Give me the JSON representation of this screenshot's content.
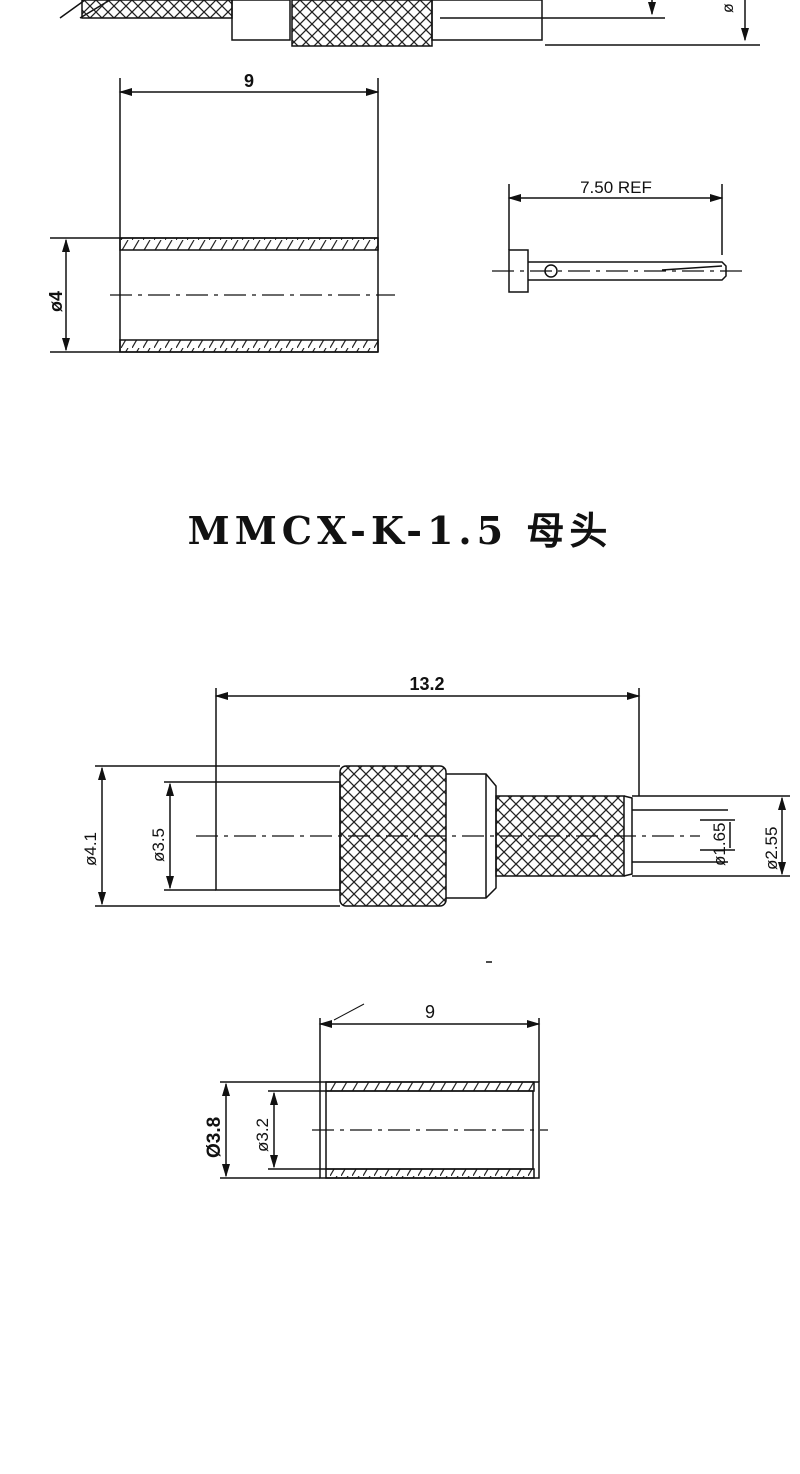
{
  "section_title": "MMCX-K-1.5 母头",
  "top_partial_dim": "ø",
  "upper_drawings": {
    "ferrule_length": "9",
    "ferrule_diameter": "ø4",
    "pin_length": "7.50 REF"
  },
  "connector_body": {
    "overall_length": "13.2",
    "outer_diameter": "ø4.1",
    "front_diameter": "ø3.5",
    "pin_diameter": "ø1.65",
    "rear_diameter": "ø2.55"
  },
  "lower_ferrule": {
    "length": "9",
    "outer_diameter": "Ø3.8",
    "inner_diameter": "ø3.2"
  }
}
